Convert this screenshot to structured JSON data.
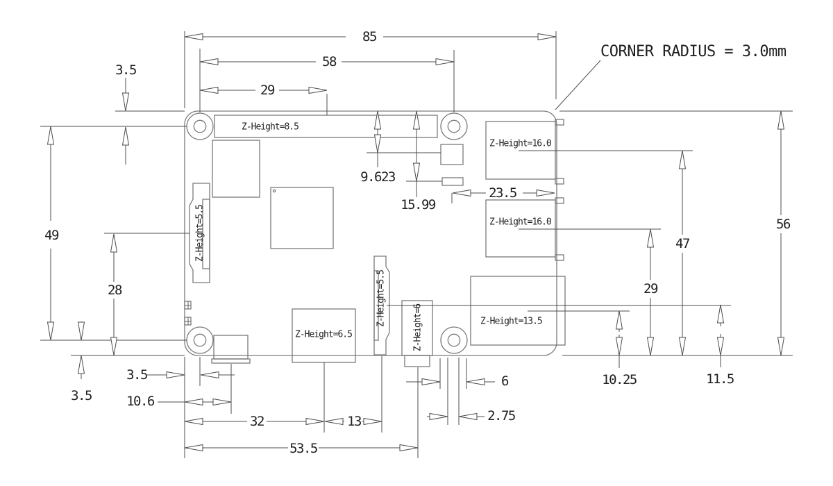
{
  "corner_note": "CORNER RADIUS = 3.0mm",
  "dimensions": {
    "board_width": "85",
    "hole_spacing_horizontal": "58",
    "hole_to_board_center": "29",
    "top_edge_to_hole_center": "3.5",
    "hole_spacing_vertical": "49",
    "display_conn_center_from_bottom": "28",
    "hole_center_to_bottom_edge": "3.5",
    "left_edge_to_hole_center": "3.5",
    "power_usb_center": "10.6",
    "hdmi_center": "32",
    "hdmi_to_camera_conn": "13",
    "audio_jack_center": "53.5",
    "part1_from_top_edge": "9.623",
    "part2_from_top_edge": "15.99",
    "hole_to_right_edge": "23.5",
    "mount_pad_width": "6",
    "mount_hole_diameter": "2.75",
    "board_height": "56",
    "ethernet_center_from_bottom": "47",
    "usb_center_from_bottom": "29",
    "usb_lower_ref_from_bottom": "10.25",
    "audio_ref_from_bottom": "11.5"
  },
  "components": {
    "gpio_header": "Z-Height=8.5",
    "display_connector": "Z-Height=5.5",
    "camera_connector": "Z-Height=5.5",
    "hdmi": "Z-Height=6.5",
    "audio_jack": "Z-Height=6",
    "ethernet": "Z-Height=16.0",
    "usb_upper": "Z-Height=16.0",
    "usb_lower": "Z-Height=13.5"
  }
}
